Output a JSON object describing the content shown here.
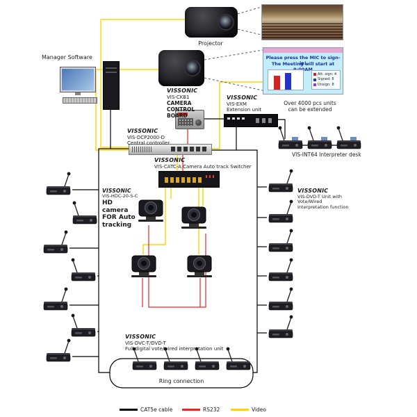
{
  "brand": "VISSONIC",
  "projection": {
    "projector_label": "Projector",
    "screen": {
      "line1": "Please press the MIC to sign-in!",
      "line2": "The Meeting will start at 9:00AM",
      "bars": [
        {
          "color": "#d42222",
          "height": 20
        },
        {
          "color": "#2433c8",
          "height": 24
        }
      ],
      "legend": [
        {
          "label": "Att. sign: 4",
          "color": "#d42222"
        },
        {
          "label": "Signed: 8",
          "color": "#2433c8"
        },
        {
          "label": "Unsign: 8",
          "color": "#8a3cc8"
        }
      ]
    }
  },
  "devices": {
    "manager": {
      "label": "Manager Software"
    },
    "ckb1": {
      "model": "VIS-CKB1",
      "name1": "CAMERA CONTROL",
      "name2": "BOARD"
    },
    "exm": {
      "model": "VIS-EXM",
      "desc": "Extension unit"
    },
    "extend_note": {
      "line1": "Over 4000 pcs units",
      "line2": "can be extended"
    },
    "dcp2000": {
      "model": "VIS-DCP2000-D",
      "desc": "Central controller"
    },
    "int64": {
      "label": "VIS-INT64 Interpreter desk"
    },
    "catc": {
      "desc": "VIS-CATC-A Camera Auto track Switcher"
    },
    "hdc": {
      "model": "VIS-HDC-20-S-C",
      "line1": "HD camera",
      "line2": "FOR Auto",
      "line3": "tracking"
    },
    "dvdt": {
      "line1": "VIS-DVD-T Unit with Vote/Wired",
      "line2": "Interpretation function"
    },
    "dvct": {
      "model": "VIS-DVC-T/DVD-T",
      "desc": "Full digital vote/wired interpretation unit"
    }
  },
  "ring_label": "Ring connection",
  "legend": [
    {
      "label": "CAT5e cable",
      "color": "#000000"
    },
    {
      "label": "RS232",
      "color": "#f52020"
    },
    {
      "label": "Video",
      "color": "#ffd400"
    }
  ]
}
